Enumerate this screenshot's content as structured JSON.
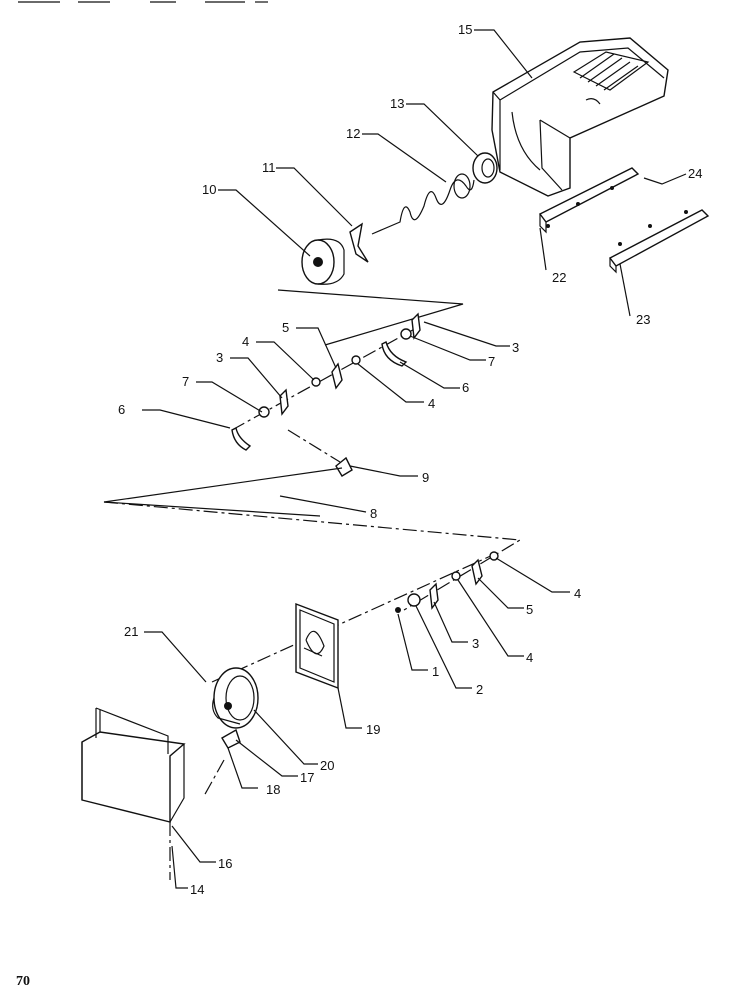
{
  "page_number": "70",
  "callouts": [
    "1",
    "2",
    "3",
    "4",
    "5",
    "6",
    "7",
    "8",
    "9",
    "10",
    "11",
    "12",
    "13",
    "14",
    "15",
    "16",
    "17",
    "18",
    "19",
    "20",
    "21",
    "22",
    "23",
    "24"
  ]
}
